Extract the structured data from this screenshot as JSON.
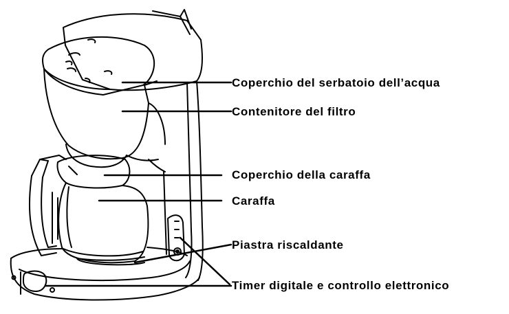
{
  "labels": {
    "water_tank_lid": "Coperchio del serbatoio dell’acqua",
    "filter_holder": "Contenitore del filtro",
    "carafe_lid": "Coperchio della caraffa",
    "carafe": "Caraffa",
    "warming_plate": "Piastra riscaldante",
    "timer": "Timer digitale e controllo elettronico"
  },
  "colors": {
    "line": "#000000",
    "background": "#ffffff"
  }
}
